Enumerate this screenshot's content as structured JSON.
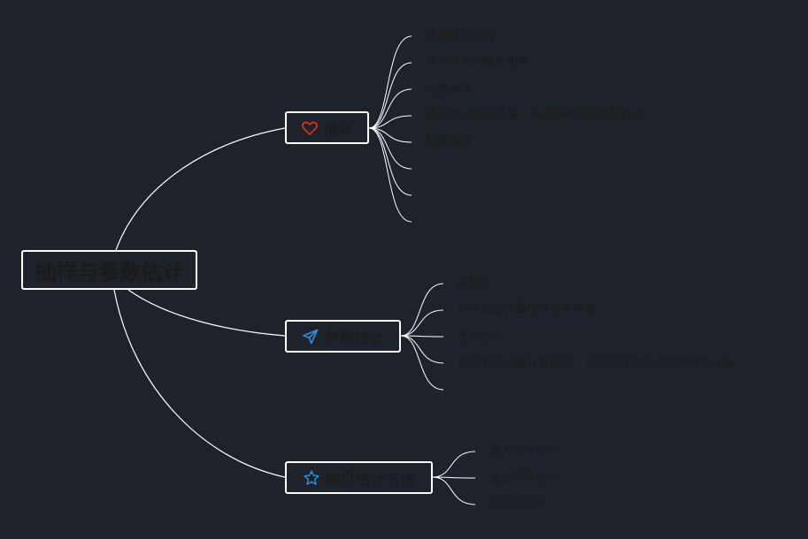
{
  "colors": {
    "background": "#1e222b",
    "line": "#ffffff",
    "node_border": "#ffffff",
    "text": "#1c1c1c",
    "heart": "#e0301e",
    "blue": "#2f8fd6"
  },
  "root": {
    "label": "抽样与参数估计"
  },
  "branches": [
    {
      "label": "抽样",
      "icon": "heart-icon",
      "leaves": [
        "简单随机抽样",
        "各个样本的概率相等",
        "分层抽样",
        "将总体分为若干层，从每层中随机抽取样本",
        "整群抽样",
        "",
        "",
        ""
      ]
    },
    {
      "label": "参数估计",
      "icon": "paper-plane-icon",
      "leaves": [
        "点估计",
        "用样本统计量估计总体参数",
        "区间估计",
        "用样本统计量计算区间，该区间作为总体参数的估计值",
        ""
      ]
    },
    {
      "label": "常见估计方法",
      "icon": "star-icon",
      "leaves": [
        "最大似然估计",
        "最小二乘估计",
        "贝叶斯估计"
      ]
    }
  ]
}
